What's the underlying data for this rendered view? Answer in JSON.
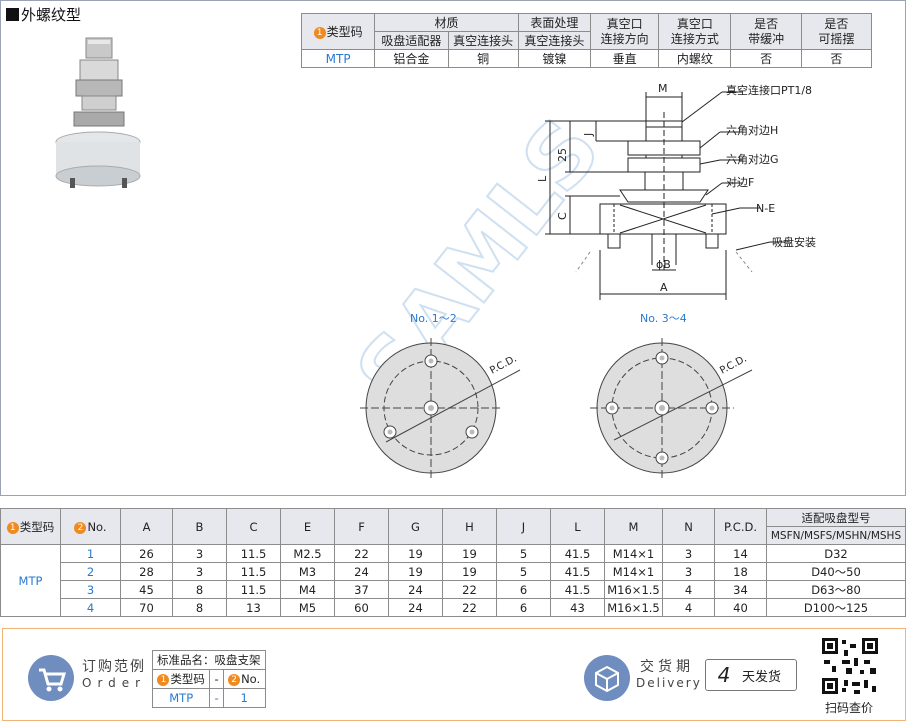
{
  "title": "外螺纹型",
  "spec_table": {
    "h_type": "类型码",
    "h_material": "材质",
    "h_surface": "表面处理",
    "h_vac_dir": "真空口\n连接方向",
    "h_vac_method": "真空口\n连接方式",
    "h_buffer": "是否\n带缓冲",
    "h_swing": "是否\n可摇摆",
    "sub_pad": "吸盘适配器",
    "sub_vac": "真空连接头",
    "sub_vac2": "真空连接头",
    "row": {
      "type": "MTP",
      "pad": "铝合金",
      "vac": "铜",
      "surface": "镀镍",
      "dir": "垂直",
      "method": "内螺纹",
      "buffer": "否",
      "swing": "否"
    }
  },
  "drawing": {
    "label_m": "M",
    "label_vac": "真空连接口PT1/8",
    "label_h": "六角对边H",
    "label_g": "六角对边G",
    "label_f": "对边F",
    "label_ne": "N-E",
    "label_mount": "吸盘安装",
    "label_25": "25",
    "label_j": "J",
    "label_l": "L",
    "label_c": "C",
    "label_b": "ϕB",
    "label_a": "A",
    "view1": "No. 1～2",
    "view2": "No. 3～4",
    "pcd1": "P.C.D.",
    "pcd2": "P.C.D.",
    "watermark": "SAMLS"
  },
  "dims_table": {
    "h_type": "类型码",
    "h_no": "No.",
    "cols": [
      "A",
      "B",
      "C",
      "E",
      "F",
      "G",
      "H",
      "J",
      "L",
      "M",
      "N",
      "P.C.D."
    ],
    "h_pad": "适配吸盘型号",
    "h_pad_sub": "MSFN/MSFS/MSHN/MSHS",
    "type": "MTP",
    "rows": [
      {
        "no": "1",
        "vals": [
          "26",
          "3",
          "11.5",
          "M2.5",
          "22",
          "19",
          "19",
          "5",
          "41.5",
          "M14×1",
          "3",
          "14"
        ],
        "pad": "D32"
      },
      {
        "no": "2",
        "vals": [
          "28",
          "3",
          "11.5",
          "M3",
          "24",
          "19",
          "19",
          "5",
          "41.5",
          "M14×1",
          "3",
          "18"
        ],
        "pad": "D40～50"
      },
      {
        "no": "3",
        "vals": [
          "45",
          "8",
          "11.5",
          "M4",
          "37",
          "24",
          "22",
          "6",
          "41.5",
          "M16×1.5",
          "4",
          "34"
        ],
        "pad": "D63～80"
      },
      {
        "no": "4",
        "vals": [
          "70",
          "8",
          "13",
          "M5",
          "60",
          "24",
          "22",
          "6",
          "43",
          "M16×1.5",
          "4",
          "40"
        ],
        "pad": "D100～125"
      }
    ]
  },
  "order": {
    "title": "订购范例",
    "sub": "Order",
    "std_name": "标准品名：吸盘支架",
    "h_type": "类型码",
    "h_no": "No.",
    "type": "MTP",
    "dash": "-",
    "no": "1"
  },
  "delivery": {
    "title": "交货期",
    "sub": "Delivery",
    "days": "4",
    "days_label": "天发货",
    "scan": "扫码查价"
  }
}
